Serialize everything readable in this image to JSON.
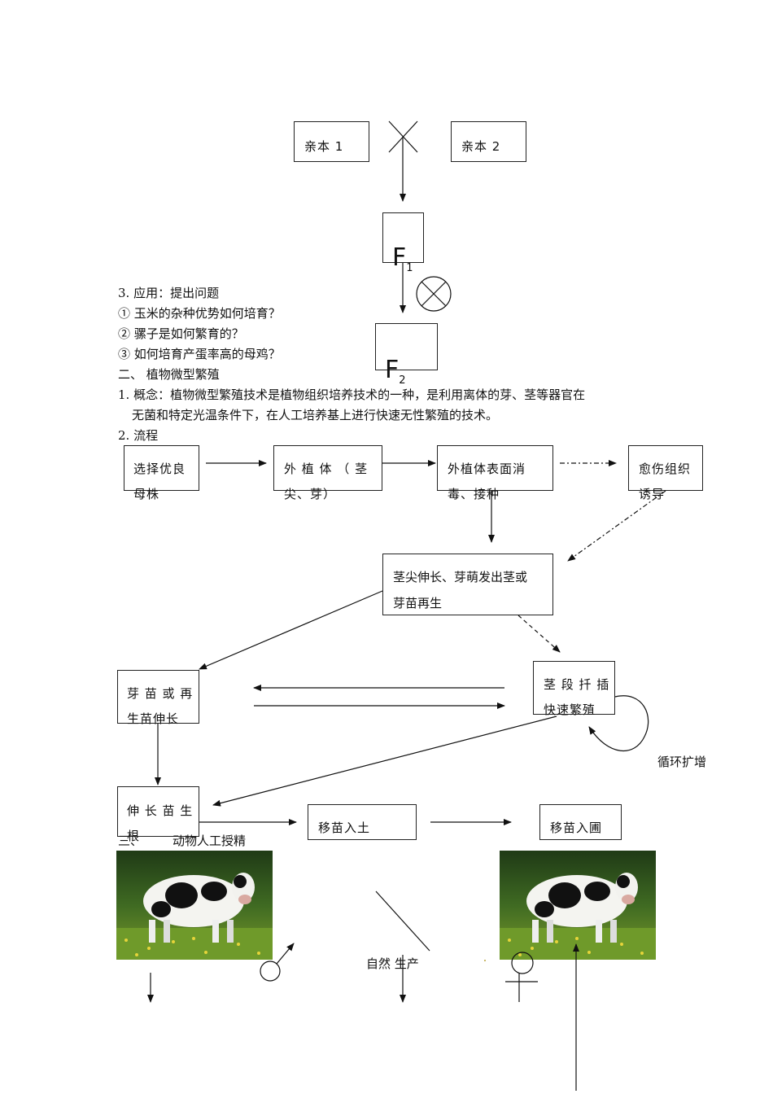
{
  "cross_diagram": {
    "parent1": "亲本 1",
    "parent2": "亲本 2",
    "f1_letter": "F",
    "f1_sub": "1",
    "f2_letter": "F",
    "f2_sub": "2"
  },
  "section_application": {
    "heading": "3.  应用：提出问题",
    "questions": [
      "①  玉米的杂种优势如何培育？",
      "②  骡子是如何繁育的？",
      "③  如何培育产蛋率高的母鸡？"
    ]
  },
  "section_plant": {
    "heading": "二、        植物微型繁殖",
    "concept_line1": "1.  概念：植物微型繁殖技术是植物组织培养技术的一种，是利用离体的芽、茎等器官在",
    "concept_line2": "无菌和特定光温条件下，在人工培养基上进行快速无性繁殖的技术。",
    "process_heading": "2.  流程"
  },
  "flow": {
    "select_mother_1": "选择优良",
    "select_mother_2": "母株",
    "explant_1": "外 植 体 （ 茎",
    "explant_2": "尖、芽）",
    "disinfect_1": "外植体表面消",
    "disinfect_2": "毒、接种",
    "callus_1": "愈伤组织",
    "callus_2": "诱导",
    "regen_1": "茎尖伸长、芽萌发出茎或",
    "regen_2": "芽苗再生",
    "shoot_1": "芽 苗 或 再",
    "shoot_2": "生苗伸长",
    "cutting_1": "茎 段 扦 插",
    "cutting_2": "快速繁殖",
    "cycle_label": "循环扩增",
    "root_1": "伸 长 苗 生",
    "root_2": "根",
    "transplant_soil": "移苗入土",
    "transplant_nursery": "移苗入圃"
  },
  "section_animal": {
    "heading_num": "三、",
    "heading_text": "动物人工授精",
    "natural_label": "自然   生产"
  }
}
